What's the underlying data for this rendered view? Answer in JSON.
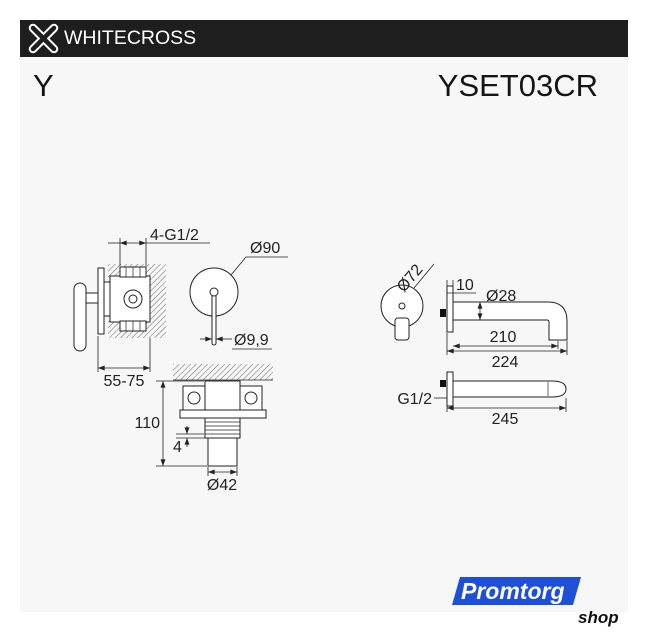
{
  "header": {
    "brand": "WHITECROSS",
    "logo_icon": "cross-logo-icon",
    "background_color": "#1e1e1e",
    "text_color": "#ffffff"
  },
  "product": {
    "series": "Y",
    "model": "YSET03CR"
  },
  "dimensions": {
    "mixer_inlets": "4-G1/2",
    "plate_diameter": "Ø90",
    "lever_diameter": "Ø9,9",
    "installation_depth": "55-75",
    "body_height": "110",
    "body_offset": "4",
    "cartridge_diameter": "Ø42",
    "rosette_diameter": "Ø72",
    "plate_thickness": "10",
    "spout_diameter": "Ø28",
    "spout_reach": "210",
    "spout_overall": "224",
    "spout_thread": "G1/2",
    "long_spout_overall": "245"
  },
  "watermark": {
    "line1": "Promtorg",
    "line2": "shop",
    "badge_color": "#1d4fd8"
  }
}
